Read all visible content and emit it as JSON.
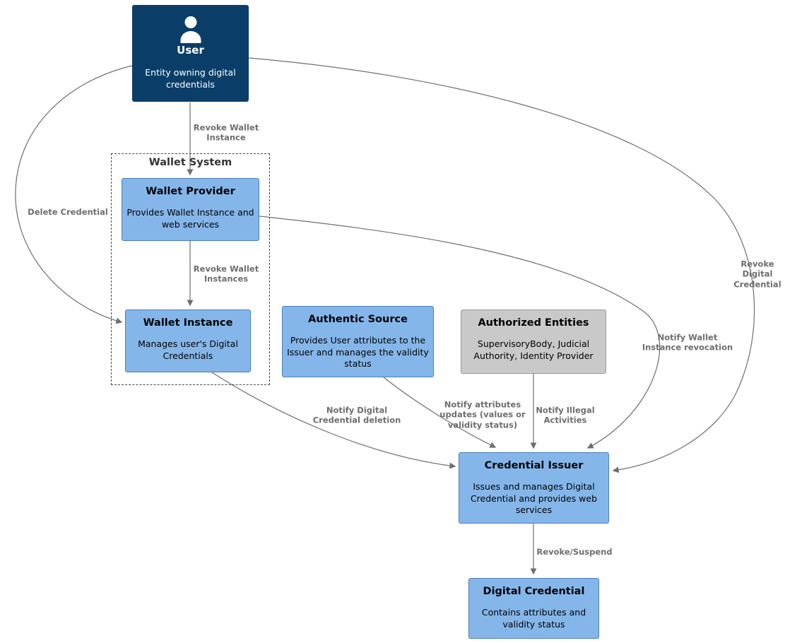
{
  "diagram": {
    "type": "flowchart",
    "colors": {
      "user_fill": "#0a3e69",
      "node_fill": "#85b6ea",
      "node_border": "#4a7ebf",
      "gray_fill": "#c9c9c9",
      "gray_border": "#9a9a9a",
      "edge": "#6e6e6e",
      "edge_label": "#6e6e6e"
    },
    "container": {
      "label": "Wallet System"
    },
    "nodes": [
      {
        "id": "user",
        "title": "User",
        "description": "Entity owning digital credentials"
      },
      {
        "id": "wallet-provider",
        "title": "Wallet Provider",
        "description": "Provides Wallet Instance and web services"
      },
      {
        "id": "wallet-instance",
        "title": "Wallet Instance",
        "description": "Manages user's Digital Credentials"
      },
      {
        "id": "authentic-source",
        "title": "Authentic Source",
        "description": "Provides User attributes to the Issuer and manages the validity status"
      },
      {
        "id": "authorized-entities",
        "title": "Authorized Entities",
        "description": "SupervisoryBody, Judicial Authority, Identity Provider"
      },
      {
        "id": "credential-issuer",
        "title": "Credential Issuer",
        "description": "Issues and manages Digital Credential and provides web services"
      },
      {
        "id": "digital-credential",
        "title": "Digital Credential",
        "description": "Contains attributes and validity status"
      }
    ],
    "edges": [
      {
        "from": "User",
        "to": "Wallet Provider",
        "label": "Revoke Wallet\nInstance"
      },
      {
        "from": "User",
        "to": "Wallet Instance",
        "label": "Delete Credential"
      },
      {
        "from": "User",
        "to": "Credential Issuer",
        "label": "Revoke Digital\nCredential"
      },
      {
        "from": "Wallet Provider",
        "to": "Wallet Instance",
        "label": "Revoke Wallet\nInstances"
      },
      {
        "from": "Wallet Provider",
        "to": "Credential Issuer",
        "label": "Notify Wallet\nInstance revocation"
      },
      {
        "from": "Wallet Instance",
        "to": "Credential Issuer",
        "label": "Notify Digital\nCredential deletion"
      },
      {
        "from": "Authentic Source",
        "to": "Credential Issuer",
        "label": "Notify attributes\nupdates (values or\nvalidity status)"
      },
      {
        "from": "Authorized Entities",
        "to": "Credential Issuer",
        "label": "Notify Illegal\nActivities"
      },
      {
        "from": "Credential Issuer",
        "to": "Digital Credential",
        "label": "Revoke/Suspend"
      }
    ]
  }
}
